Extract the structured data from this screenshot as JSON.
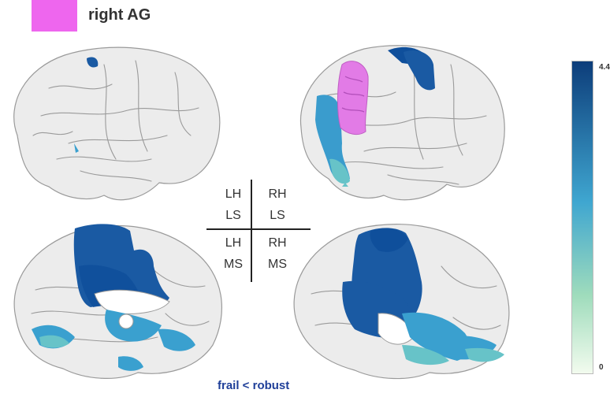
{
  "legend": {
    "label": "right AG",
    "color": "#ee66ee"
  },
  "quadrants": {
    "top_left": [
      "LH",
      "LS"
    ],
    "top_right": [
      "RH",
      "LS"
    ],
    "bottom_left": [
      "LH",
      "MS"
    ],
    "bottom_right": [
      "RH",
      "MS"
    ]
  },
  "colorbar": {
    "max_label": "4.4",
    "min_label": "0",
    "color_top": "#0d3d7a",
    "color_mid": "#3fa6d0",
    "color_low": "#9fdcbc",
    "color_bottom": "#f2fbee"
  },
  "footer": {
    "text": "frail < robust"
  },
  "colors": {
    "cortex": "#ececec",
    "cortex_stroke": "#9a9a9a",
    "activation_dark": "#0f4f9b",
    "activation_mid": "#2f7fc2",
    "activation_light": "#3aa0cf",
    "activation_teal": "#67c3c8"
  }
}
